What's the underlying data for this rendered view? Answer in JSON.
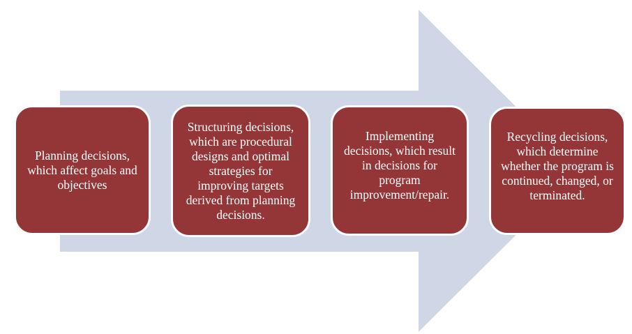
{
  "colors": {
    "arrow": "#cfd7e6",
    "box": "#943638",
    "text": "#ffffff"
  },
  "steps": [
    {
      "text": "Planning decisions, which affect goals and objectives"
    },
    {
      "text": "Structuring decisions, which are procedural designs and optimal strategies for improving targets derived from planning decisions."
    },
    {
      "text": "Implementing decisions, which result in decisions for program improvement/repair."
    },
    {
      "text": "Recycling decisions, which determine whether the program is continued, changed, or terminated."
    }
  ]
}
